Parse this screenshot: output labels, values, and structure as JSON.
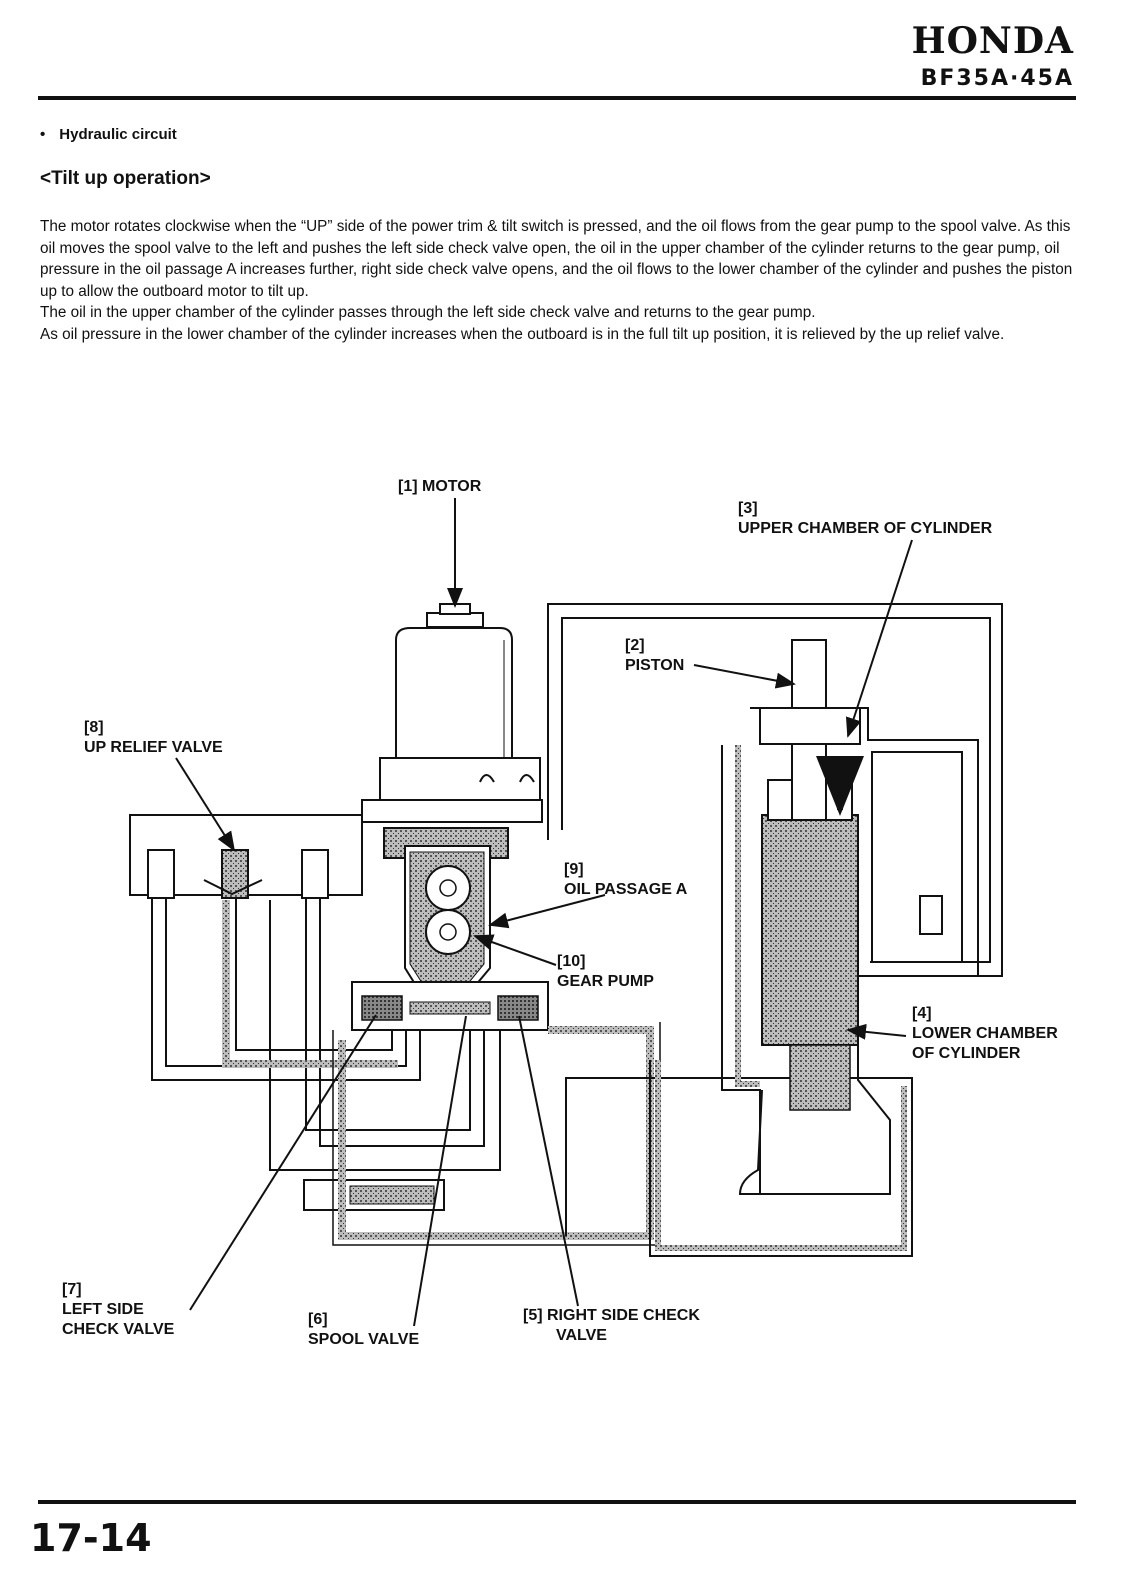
{
  "header": {
    "brand": "HONDA",
    "model": "BF35A·45A"
  },
  "section": {
    "bullet": "•",
    "title": "Hydraulic circuit"
  },
  "heading": "<Tilt up operation>",
  "paragraphs": [
    "The motor rotates clockwise when the “UP” side of the power trim & tilt switch is pressed, and the oil flows from the gear pump to the spool valve. As this oil moves the spool valve to the left and pushes the left side check valve open, the oil in the upper chamber of the cylinder returns to the gear pump, oil pressure in the oil passage A increases further, right side check valve opens, and the oil flows to the lower chamber of the cylinder and pushes the piston up to allow the outboard motor to tilt up.",
    "The oil in the upper chamber of the cylinder passes through the left side check valve and returns to the gear pump.",
    "As oil pressure in the lower chamber of the cylinder increases when the outboard is in the full tilt up position, it is relieved by the up relief valve."
  ],
  "labels": {
    "motor": "[1] MOTOR",
    "piston_num": "[2]",
    "piston": "PISTON",
    "upper_num": "[3]",
    "upper": "UPPER CHAMBER OF CYLINDER",
    "lower_num": "[4]",
    "lower_1": "LOWER CHAMBER",
    "lower_2": "OF CYLINDER",
    "right_check_1": "[5] RIGHT SIDE CHECK",
    "right_check_2": "VALVE",
    "spool_num": "[6]",
    "spool": "SPOOL VALVE",
    "left_check_num": "[7]",
    "left_check_1": "LEFT SIDE",
    "left_check_2": "CHECK VALVE",
    "up_relief_num": "[8]",
    "up_relief": "UP RELIEF VALVE",
    "oil_passage_num": "[9]",
    "oil_passage": "OIL PASSAGE A",
    "gear_pump_num": "[10]",
    "gear_pump": "GEAR PUMP"
  },
  "footer": {
    "page": "17-14"
  }
}
